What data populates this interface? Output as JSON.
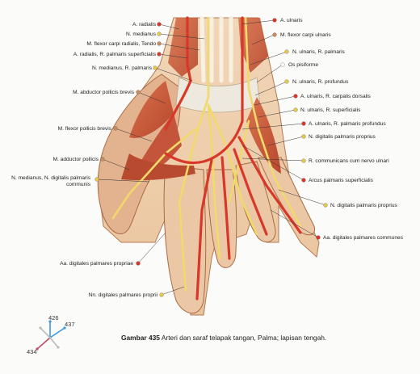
{
  "labels_left": [
    {
      "key": "a_radialis",
      "text": "A. radialis",
      "type": "artery"
    },
    {
      "key": "n_medianus",
      "text": "N. medianus",
      "type": "nerve"
    },
    {
      "key": "flexor_carpi_radialis",
      "text": "M. flexor carpi radialis, Tendo",
      "type": "muscle"
    },
    {
      "key": "a_radialis_r_palmaris_superficialis",
      "text": "A. radialis, R. palmaris superficialis",
      "type": "artery"
    },
    {
      "key": "n_medianus_r_palmaris",
      "text": "N. medianus, R. palmaris",
      "type": "nerve"
    },
    {
      "key": "abductor_pollicis_brevis",
      "text": "M. abductor pollicis brevis",
      "type": "muscle"
    },
    {
      "key": "flexor_pollicis_brevis",
      "text": "M. flexor pollicis brevis",
      "type": "muscle"
    },
    {
      "key": "adductor_pollicis",
      "text": "M. adductor pollicis",
      "type": "muscle"
    },
    {
      "key": "n_medianus_digitalis",
      "text": "N. medianus, N. digitalis palmaris communis",
      "type": "nerve"
    },
    {
      "key": "aa_digitales_propriae",
      "text": "Aa. digitales palmares propriae",
      "type": "artery"
    },
    {
      "key": "nn_digitales_proprii",
      "text": "Nn. digitales palmares proprii",
      "type": "nerve"
    }
  ],
  "labels_right": [
    {
      "key": "a_ulnaris",
      "text": "A. ulnaris",
      "type": "artery"
    },
    {
      "key": "flexor_carpi_ulnaris",
      "text": "M. flexor carpi ulnaris",
      "type": "muscle"
    },
    {
      "key": "n_ulnaris_r_palmaris",
      "text": "N. ulnaris, R. palmaris",
      "type": "nerve"
    },
    {
      "key": "os_pisiforme",
      "text": "Os pisiforme",
      "type": "none"
    },
    {
      "key": "n_ulnaris_r_profundus",
      "text": "N. ulnaris, R. profundus",
      "type": "nerve"
    },
    {
      "key": "a_ulnaris_r_carpalis_dorsalis",
      "text": "A. ulnaris, R. carpalis dorsalis",
      "type": "artery"
    },
    {
      "key": "n_ulnaris_r_superficialis",
      "text": "N. ulnaris, R. superficialis",
      "type": "nerve"
    },
    {
      "key": "a_ulnaris_r_palmaris_profundus",
      "text": "A. ulnaris, R. palmaris profundus",
      "type": "artery"
    },
    {
      "key": "n_digitalis_palmaris_proprius_1",
      "text": "N. digitalis palmaris proprius",
      "type": "nerve"
    },
    {
      "key": "r_communicans",
      "text": "R. communicans cum nervo ulnari",
      "type": "nerve"
    },
    {
      "key": "arcus_palmaris_superficialis",
      "text": "Arcus palmaris superficialis",
      "type": "artery"
    },
    {
      "key": "n_digitalis_palmaris_proprius_2",
      "text": "N. digitalis palmaris proprius",
      "type": "nerve"
    },
    {
      "key": "aa_digitales_communes",
      "text": "Aa. digitales palmares communes",
      "type": "artery"
    }
  ],
  "caption": {
    "figure_number": "Gambar 435",
    "text": "Arteri dan saraf telapak tangan, Palma; lapisan tengah."
  },
  "compass": {
    "up": "426",
    "right": "437",
    "down_left": "434"
  },
  "colors": {
    "artery_dot": "#d8382a",
    "nerve_dot": "#e8c84a",
    "muscle_dot": "#c98b5e",
    "none_dot": "#ffffff",
    "leader": "#333333"
  }
}
